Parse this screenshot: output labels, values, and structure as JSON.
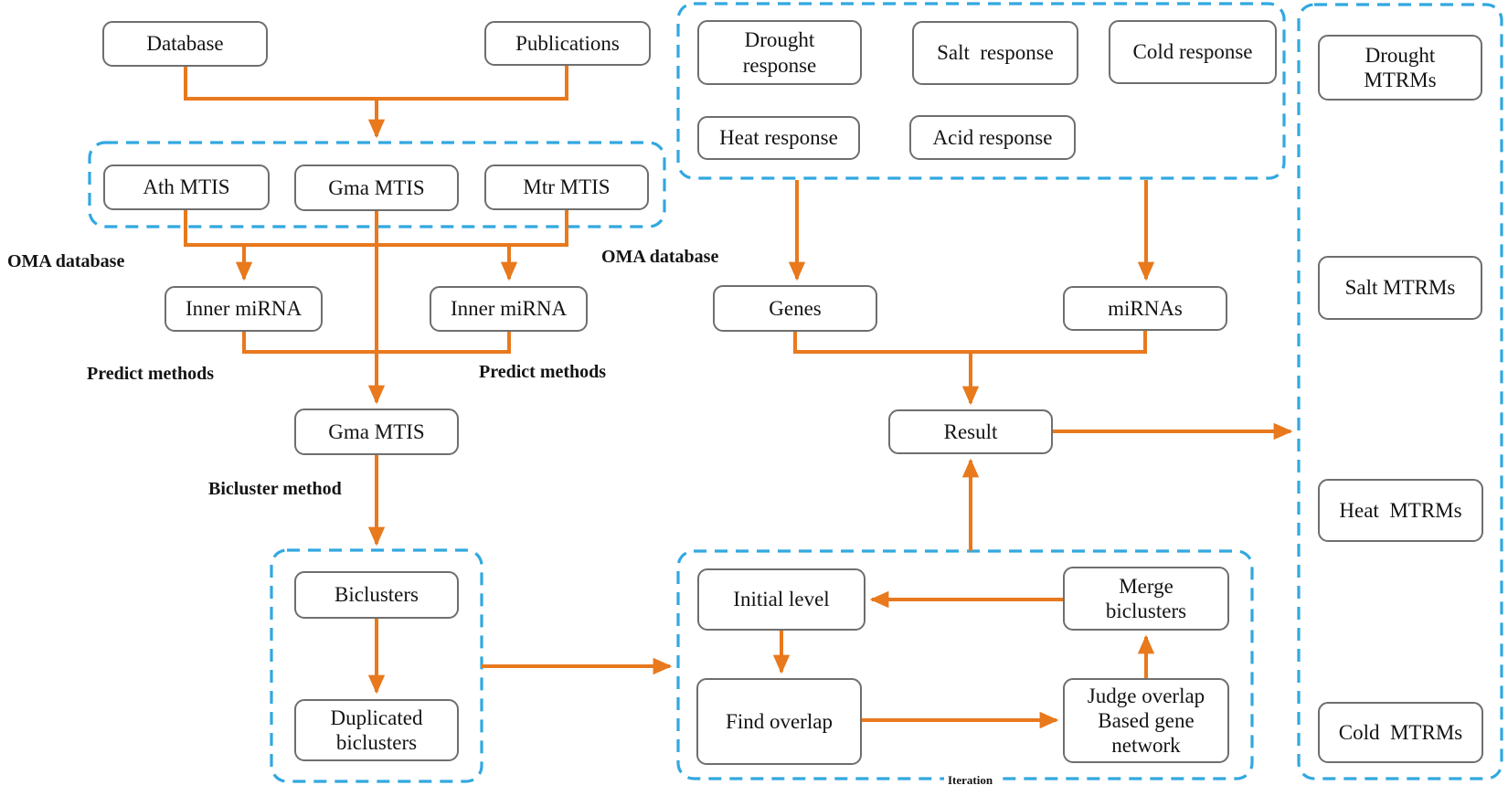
{
  "nodes": {
    "database": {
      "label": "Database"
    },
    "publications": {
      "label": "Publications"
    },
    "ath_mtis": {
      "label": "Ath MTIS"
    },
    "gma_mtis_1": {
      "label": "Gma MTIS"
    },
    "mtr_mtis": {
      "label": "Mtr MTIS"
    },
    "inner_mirna_left": {
      "label": "Inner miRNA"
    },
    "inner_mirna_right": {
      "label": "Inner miRNA"
    },
    "gma_mtis_2": {
      "label": "Gma MTIS"
    },
    "biclusters": {
      "label": "Biclusters"
    },
    "duplicated_biclusters": {
      "label": "Duplicated\nbiclusters"
    },
    "drought_response": {
      "label": "Drought\nresponse"
    },
    "salt_response": {
      "label": "Salt  response"
    },
    "cold_response": {
      "label": "Cold response"
    },
    "heat_response": {
      "label": "Heat response"
    },
    "acid_response": {
      "label": "Acid response"
    },
    "genes": {
      "label": "Genes"
    },
    "mirnas": {
      "label": "miRNAs"
    },
    "result": {
      "label": "Result"
    },
    "initial_level": {
      "label": "Initial level"
    },
    "merge_biclusters": {
      "label": "Merge\nbiclusters"
    },
    "find_overlap": {
      "label": "Find overlap"
    },
    "judge_overlap": {
      "label": "Judge overlap\nBased gene\nnetwork"
    },
    "drought_mtrms": {
      "label": "Drought\nMTRMs"
    },
    "salt_mtrms": {
      "label": "Salt MTRMs"
    },
    "heat_mtrms": {
      "label": "Heat  MTRMs"
    },
    "cold_mtrms": {
      "label": "Cold  MTRMs"
    }
  },
  "labels": {
    "oma_database_left": "OMA database",
    "oma_database_right": "OMA database",
    "predict_methods_left": "Predict methods",
    "predict_methods_right": "Predict methods",
    "bicluster_method": "Bicluster method",
    "iteration": "Iteration"
  },
  "colors": {
    "connector": "#e8791d",
    "group_border": "#31a8e0",
    "node_border": "#6e6e6e",
    "text": "#141414",
    "bg": "#ffffff"
  }
}
